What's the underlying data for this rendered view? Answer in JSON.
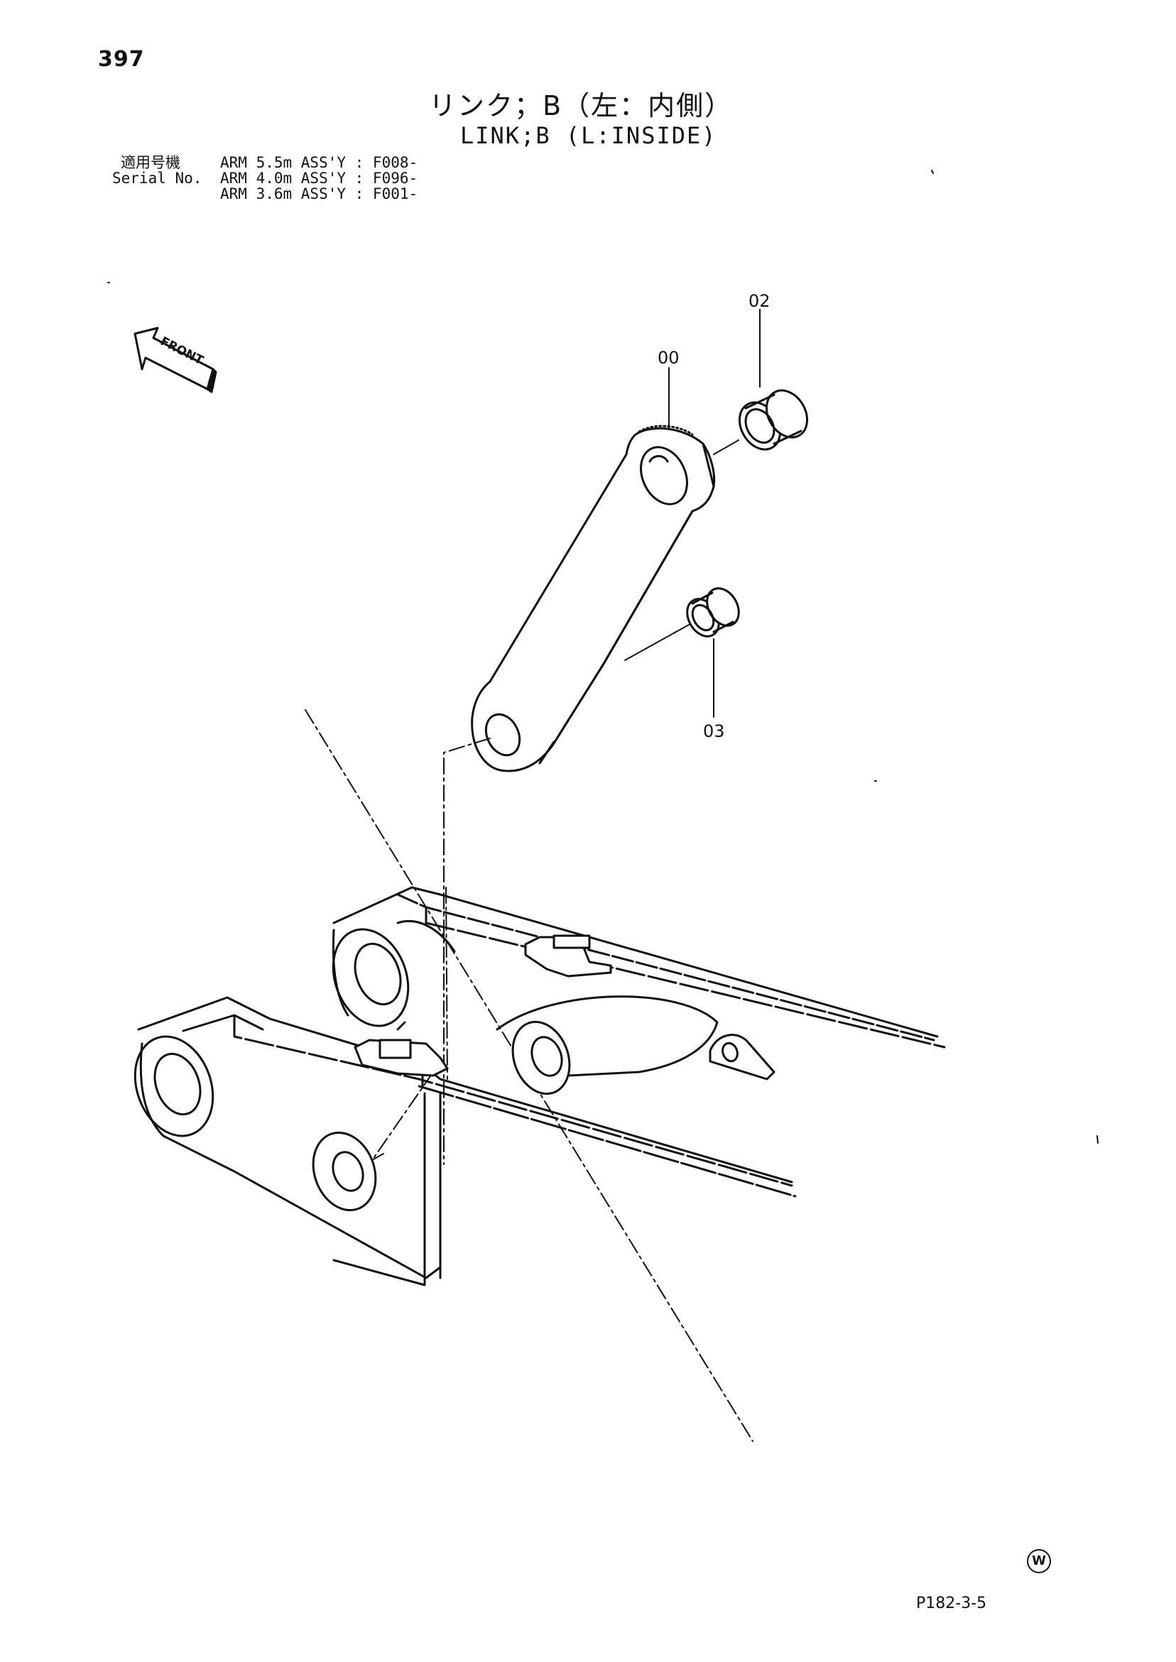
{
  "page_number": "397",
  "title_jp": "リンク；B（左：内側）",
  "title_en": "LINK;B (L:INSIDE)",
  "serial": {
    "label_jp": "適用号機",
    "label_en": "Serial No.",
    "applicability": [
      "ARM 5.5m ASS'Y : F008-",
      "ARM 4.0m ASS'Y : F096-",
      "ARM 3.6m ASS'Y : F001-"
    ]
  },
  "front_label": "FRONT",
  "callouts": {
    "link": "00",
    "bushing_upper": "02",
    "bushing_lower": "03"
  },
  "watermark_letter": "W",
  "drawing_code": "P182-3-5"
}
